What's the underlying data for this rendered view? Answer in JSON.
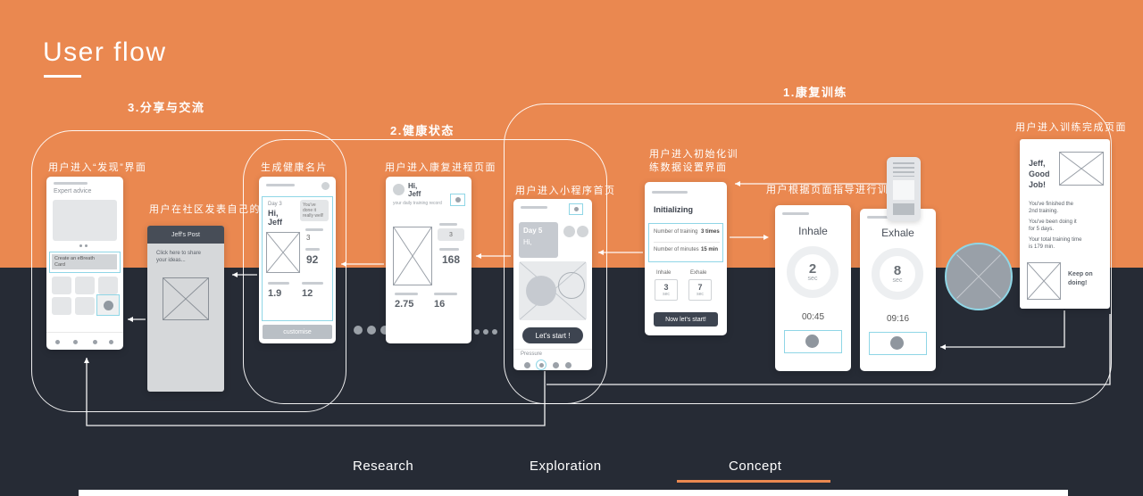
{
  "title": "User flow",
  "sections": {
    "training": "1.康复训练",
    "health": "2.健康状态",
    "share": "3.分享与交流"
  },
  "annotations": {
    "discover": "用户进入“发现”界面",
    "community": "用户在社区发表自己的想法",
    "healthcard": "生成健康名片",
    "progress": "用户进入康复进程页面",
    "home": "用户进入小程序首页",
    "init1": "用户进入初始化训",
    "init2": "练数据设置界面",
    "guide": "用户根据页面指导进行训练",
    "complete": "用户进入训练完成页面"
  },
  "discover_phone": {
    "header": "Expert advice",
    "cta": "Create an eBreath Card"
  },
  "post_card": {
    "title": "Jeff's Post",
    "body1": "Click here to share",
    "body2": "your ideas..."
  },
  "healthcard_phone": {
    "day": "Day 3",
    "greet1": "Hi,",
    "greet2": "Jeff",
    "praise1": "You've done it",
    "praise2": "really well!",
    "stat_small": "3",
    "stat_big": "92",
    "stat_b1": "1.9",
    "stat_b2": "12",
    "button": "customise"
  },
  "progress_phone": {
    "greet": "Hi,",
    "name": "Jeff",
    "sub": "your daily training record",
    "stat_small": "3",
    "stat_big": "168",
    "stat_b1": "2.75",
    "stat_b2": "16"
  },
  "home_phone": {
    "day": "Day 5",
    "greet": "Hi,",
    "start": "Let's start !",
    "sheet": "Pressure"
  },
  "init_panel": {
    "title": "Initializing",
    "row1_label": "Number of training",
    "row1_value": "3 times",
    "row2_label": "Number of minutes",
    "row2_value": "15 min",
    "inhale_label": "Inhale",
    "inhale_value": "3",
    "inhale_unit": "sec",
    "exhale_label": "Exhale",
    "exhale_value": "7",
    "exhale_unit": "sec",
    "button": "Now let's start!"
  },
  "inhale_phone": {
    "label": "Inhale",
    "value": "2",
    "unit": "sec",
    "time": "00:45"
  },
  "exhale_phone": {
    "label": "Exhale",
    "value": "8",
    "unit": "sec",
    "time": "09:16"
  },
  "complete_card": {
    "t1": "Jeff,",
    "t2": "Good",
    "t3": "Job!",
    "p1a": "You've finished the",
    "p1b": "2nd  training.",
    "p2a": "You've been doing it",
    "p2b": "for 5 days.",
    "p3a": "Your total training time",
    "p3b": "is 179 min.",
    "p4a": "Keep on",
    "p4b": "doing!"
  },
  "footer": {
    "research": "Research",
    "exploration": "Exploration",
    "concept": "Concept"
  },
  "colors": {
    "orange": "#EA8850",
    "dark": "#262B35",
    "cyan": "#8FD6E6"
  }
}
